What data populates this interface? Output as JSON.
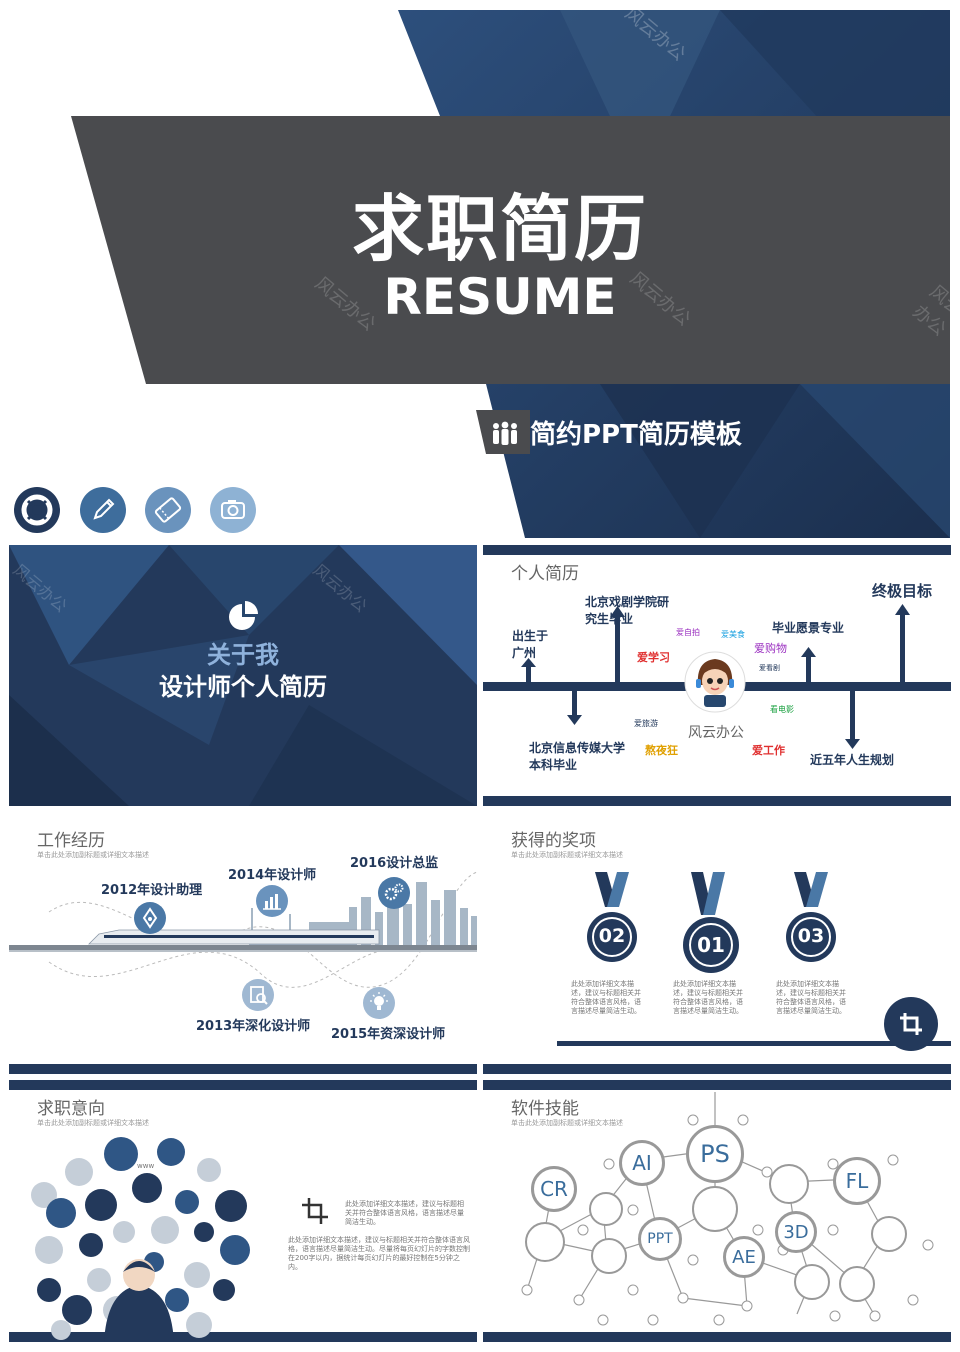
{
  "cover": {
    "title": "求职简历",
    "subtitle": "RESUME",
    "tagline": "简约PPT简历模板",
    "watermarks": [
      "风云办公",
      "风云办公",
      "风云办公",
      "风云办公"
    ],
    "icons": [
      "lifebuoy-icon",
      "pencil-icon",
      "ticket-icon",
      "camera-icon"
    ]
  },
  "about": {
    "line1": "关于我",
    "line2": "设计师个人简历",
    "watermarks": [
      "风云办公",
      "风云办公"
    ]
  },
  "profile": {
    "title": "个人简历",
    "labels": {
      "born": "出生于\n广州",
      "grad1": "北京信息传媒大学\n本科毕业",
      "grad2": "北京戏剧学院研\n究生毕业",
      "major": "毕业愿景专业",
      "goal": "终极目标",
      "plan": "近五年人生规划",
      "center": "风云办公"
    },
    "hobbies": {
      "study": "爱学习",
      "selfie": "爱自拍",
      "food": "爱美食",
      "shopping": "爱购物",
      "drama": "爱看剧",
      "travel": "爱旅游",
      "movie": "看电影",
      "latenight": "熬夜狂",
      "work": "爱工作"
    },
    "colors": {
      "study": "#e03030",
      "selfie": "#9b30c0",
      "food": "#1aa0e0",
      "shopping": "#9b30c0",
      "drama": "#23395b",
      "travel": "#23395b",
      "movie": "#1aa040",
      "latenight": "#e0a000",
      "work": "#e03030"
    }
  },
  "work": {
    "title": "工作经历",
    "sub": "单击此处添加副标题或详细文本描述",
    "items": [
      "2012年设计助理",
      "2014年设计师",
      "2016设计总监",
      "2013年深化设计师",
      "2015年资深设计师"
    ]
  },
  "awards": {
    "title": "获得的奖项",
    "sub": "单击此处添加副标题或详细文本描述",
    "medals": [
      "02",
      "01",
      "03"
    ],
    "desc": "此处添加详细文本描述，建议与标题相关并符合整体语言风格，语言描述尽量简洁生动。"
  },
  "intent": {
    "title": "求职意向",
    "sub": "单击此处添加副标题或详细文本描述",
    "text1": "此处添加详细文本描述，建议与标题相关并符合整体语言风格，语言描述尽量简洁生动。",
    "text2": "此处添加详细文本描述，建议与标题相关并符合整体语言风格，语言描述尽量简洁生动。尽量将每页幻灯片的字数控制在200字以内，据统计每页幻灯片的最好控制在5分钟之内。",
    "www": "www"
  },
  "skills": {
    "title": "软件技能",
    "sub": "单击此处添加副标题或详细文本描述",
    "items": [
      "PS",
      "AI",
      "CR",
      "FL",
      "3D",
      "PPT",
      "AE"
    ]
  }
}
